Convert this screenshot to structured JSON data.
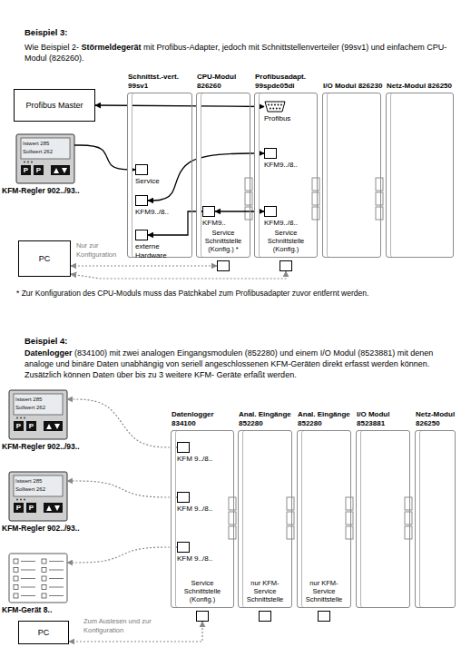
{
  "diagram": {
    "nodes": [
      {
        "text": [
          "Profibus Master"
        ]
      },
      {
        "text": [
          "KFM-Regler 902../93.."
        ]
      },
      {
        "text": [
          "PC"
        ]
      },
      {
        "text": [
          "Schnittst.-vert. 99sv1"
        ]
      },
      {
        "text": [
          "Service"
        ],
        "in": 3
      },
      {
        "text": [
          "KFM9../8.."
        ],
        "in": 3
      },
      {
        "text": [
          "externe Hardware"
        ],
        "in": 3
      },
      {
        "text": [
          "CPU-Modul 826260"
        ]
      },
      {
        "text": [
          "KFM9.."
        ],
        "in": 7
      },
      {
        "text": [
          "Service Schnittstelle (Konfig.) *"
        ],
        "in": 7
      },
      {
        "text": [
          "Profibusadapt. 99spde05di"
        ]
      },
      {
        "text": [
          "Profibus"
        ],
        "in": 10
      },
      {
        "text": [
          "KFM9../8.."
        ],
        "in": 10
      },
      {
        "text": [
          "KFM9../8.."
        ],
        "in": 10
      },
      {
        "text": [
          "Service Schnittstelle (Konfig.)"
        ],
        "in": 10
      },
      {
        "text": [
          "I/O Modul 826230"
        ]
      },
      {
        "text": [
          "Netz-Modul 826250"
        ]
      },
      {
        "text": [
          "KFM-Regler 902../93.."
        ]
      },
      {
        "text": [
          "KFM-Regler 902../93.."
        ]
      },
      {
        "text": [
          "KFM-Gerät 8.."
        ]
      },
      {
        "text": [
          "PC"
        ]
      },
      {
        "text": [
          "Datenlogger 834100"
        ]
      },
      {
        "text": [
          "KFM 9../8.."
        ],
        "in": 21
      },
      {
        "text": [
          "KFM 9../8.."
        ],
        "in": 21
      },
      {
        "text": [
          "KFM 9../8.."
        ],
        "in": 21
      },
      {
        "text": [
          "Service Schnittstelle (Konfig.)"
        ],
        "in": 21
      },
      {
        "text": [
          "Anal. Eingänge 852280"
        ]
      },
      {
        "text": [
          "nur KFM-Service Schnittstelle"
        ],
        "in": 26
      },
      {
        "text": [
          "Anal. Eingänge 852280"
        ]
      },
      {
        "text": [
          "nur KFM-Service Schnittstelle"
        ],
        "in": 28
      },
      {
        "text": [
          "I/O Modul 8523881"
        ]
      },
      {
        "text": [
          "Netz-Modul 826250"
        ]
      }
    ],
    "edges": [
      {
        "from": 0,
        "to": 11,
        "arrow": "both"
      },
      {
        "from": 1,
        "to": 4,
        "arrow": "to"
      },
      {
        "from": 5,
        "to": 12,
        "arrow": "both"
      },
      {
        "from": 8,
        "to": 6,
        "arrow": "both"
      },
      {
        "from": 8,
        "to": 13,
        "arrow": "both"
      },
      {
        "from": 2,
        "to": 9,
        "arrow": "both"
      },
      {
        "from": 2,
        "to": 14,
        "arrow": "both"
      },
      {
        "from": 22,
        "to": 17,
        "arrow": "both"
      },
      {
        "from": 23,
        "to": 18,
        "arrow": "both"
      },
      {
        "from": 24,
        "to": 19,
        "arrow": "both"
      },
      {
        "from": 20,
        "to": 25,
        "arrow": "both"
      }
    ],
    "labels": [
      "Beispiel 3:",
      "Wie Beispiel 2-",
      "Störmeldegerät",
      "mit Profibus-Adapter, jedoch mit Schnittstellenverteiler (99sv1) und einfachem CPU-Modul (826260).",
      "Nur zur Konfiguration",
      "* Zur Konfiguration des CPU-Moduls muss das Patchkabel zum Profibusadapter zuvor entfernt werden.",
      "Beispiel 4:",
      "Datenlogger",
      "(834100) mit zwei analogen Eingangsmodulen (852280) und einem I/O Modul (8523881) mit denen analoge und binäre Daten unabhängig von seriell angeschlossenen KFM-Geräten direkt erfasst werden können. Zusätzlich können Daten über bis zu 3 weitere KFM- Geräte erfaßt werden.",
      "Zum Auslesen und zur Konfiguration",
      "Istwert 285",
      "Sollwert 262",
      "P",
      "P",
      "Istwert 285",
      "Sollwert 262",
      "P",
      "P",
      "Istwert 285",
      "Sollwert 262",
      "P",
      "P"
    ]
  }
}
